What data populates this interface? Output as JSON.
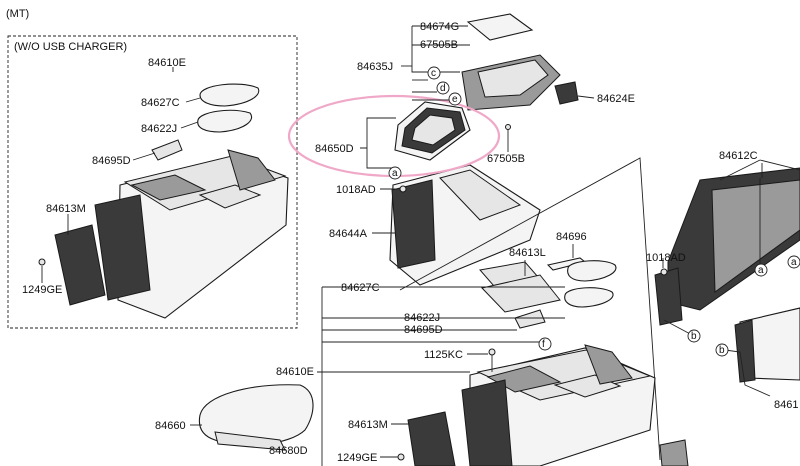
{
  "header": {
    "variant": "(MT)",
    "inset_title": "(W/O USB CHARGER)"
  },
  "callout_letters": {
    "a": "a",
    "b": "b",
    "c": "c",
    "d": "d",
    "e": "e",
    "f": "f"
  },
  "parts": {
    "p84610E": "84610E",
    "p84627C": "84627C",
    "p84622J": "84622J",
    "p84695D": "84695D",
    "p84613M": "84613M",
    "p1249GE": "1249GE",
    "p84674G": "84674G",
    "p67505B": "67505B",
    "p84635J": "84635J",
    "p84624E": "84624E",
    "p84650D": "84650D",
    "p1018AD": "1018AD",
    "p84644A": "84644A",
    "p84613L": "84613L",
    "p84696": "84696",
    "p1125KC": "1125KC",
    "p84660": "84660",
    "p84680D": "84680D",
    "p84612C": "84612C",
    "p8461x": "8461"
  },
  "colors": {
    "highlight": "#f0a8c8",
    "line": "#222222"
  }
}
